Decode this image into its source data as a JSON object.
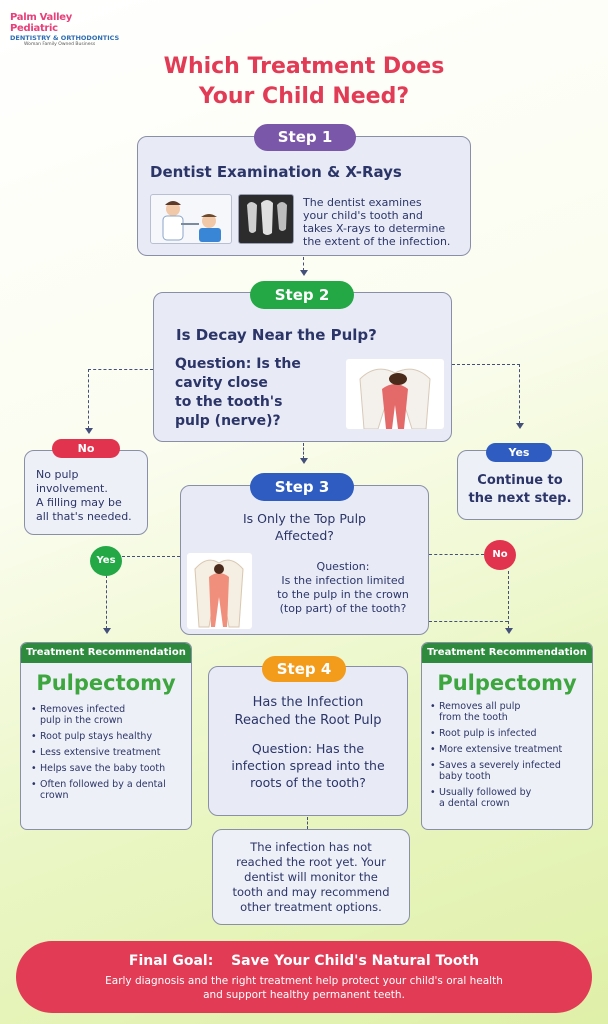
{
  "logo": {
    "line1": "Palm Valley Pediatric",
    "line2": "DENTISTRY & ORTHODONTICS",
    "line3": "Woman Family Owned Business"
  },
  "title": {
    "line1": "Which Treatment Does",
    "line2": "Your Child Need?"
  },
  "step1": {
    "label": "Step 1",
    "heading": "Dentist Examination & X-Rays",
    "lines": [
      "The dentist examines",
      "your child's tooth and",
      "takes X-rays to determine",
      "the extent of the infection."
    ]
  },
  "step2": {
    "label": "Step 2",
    "heading": "Is Decay Near the Pulp?",
    "question_lines": [
      "Question: Is the",
      "cavity close",
      "to the tooth's",
      "pulp (nerve)?"
    ]
  },
  "no_branch": {
    "label": "No",
    "lines": [
      "No pulp",
      "involvement.",
      "A filling may be",
      "all that's needed."
    ]
  },
  "yes_branch": {
    "label": "Yes",
    "lines": [
      "Continue to",
      "the next step."
    ]
  },
  "step3": {
    "label": "Step 3",
    "heading_lines": [
      "Is Only the Top Pulp",
      "Affected?"
    ],
    "question_lines": [
      "Question:",
      "Is the infection limited",
      "to the pulp in the crown",
      "(top part) of the tooth?"
    ],
    "yes_label": "Yes",
    "no_label": "No"
  },
  "rec_left": {
    "header": "Treatment Recommendation",
    "title": "Pulpectomy",
    "items": [
      [
        "Removes infected",
        "pulp in the crown"
      ],
      [
        "Root pulp stays healthy"
      ],
      [
        "Less extensive treatment"
      ],
      [
        "Helps save the baby tooth"
      ],
      [
        "Often followed by a dental",
        "crown"
      ]
    ]
  },
  "rec_right": {
    "header": "Treatment Recommendation",
    "title": "Pulpectomy",
    "items": [
      [
        "Removes all pulp",
        "from the tooth"
      ],
      [
        "Root pulp is infected"
      ],
      [
        "More extensive treatment"
      ],
      [
        "Saves a severely infected",
        "baby tooth"
      ],
      [
        "Usually followed by",
        "a dental crown"
      ]
    ]
  },
  "step4": {
    "label": "Step 4",
    "heading_lines": [
      "Has the Infection",
      "Reached the Root Pulp"
    ],
    "question_lines": [
      "Question: Has the",
      "infection spread into the",
      "roots of the tooth?"
    ]
  },
  "step4_note": {
    "lines": [
      "The infection has not",
      "reached the root yet. Your",
      "dentist will monitor the",
      "tooth and may recommend",
      "other treatment options."
    ]
  },
  "final": {
    "label": "Final Goal:",
    "goal": "Save Your Child's Natural Tooth",
    "lines": [
      "Early diagnosis and the right treatment help protect your child's oral health",
      "and support healthy permanent teeth."
    ]
  },
  "colors": {
    "title_red": "#e23b55",
    "navy": "#2b3568",
    "purple": "#7a57a8",
    "green": "#24a846",
    "blue": "#2f5cc1",
    "orange": "#f39b1b",
    "rec_green": "#3ea63f"
  }
}
